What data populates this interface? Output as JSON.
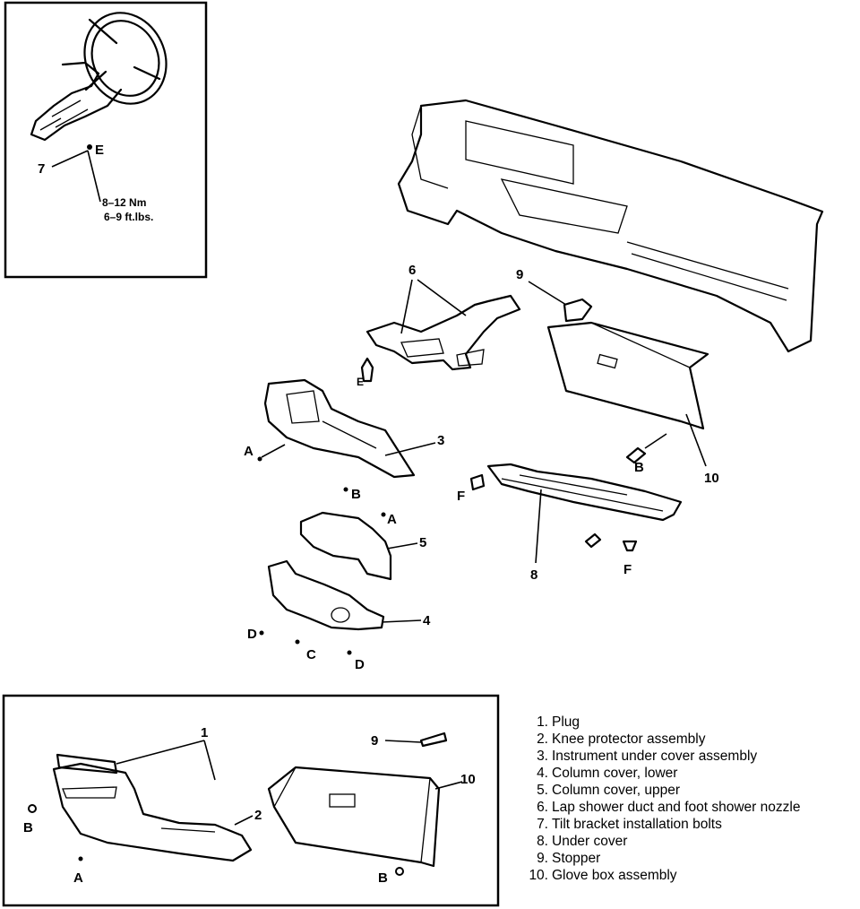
{
  "inset_top": {
    "callout_fastener": "7",
    "callout_letter": "E",
    "torque_nm": "8–12  Nm",
    "torque_ftlbs": "6–9  ft.lbs."
  },
  "callouts": {
    "c1": "1",
    "c2": "2",
    "c3": "3",
    "c4": "4",
    "c5": "5",
    "c6": "6",
    "c8": "8",
    "c9": "9",
    "c10": "10",
    "c9b": "9",
    "c10b": "10",
    "letter_a1": "A",
    "letter_a2": "A",
    "letter_a3": "A",
    "letter_b1": "B",
    "letter_b2": "B",
    "letter_b3": "B",
    "letter_b4": "B",
    "letter_c": "C",
    "letter_d1": "D",
    "letter_d2": "D",
    "letter_e": "E",
    "letter_f1": "F",
    "letter_f2": "F"
  },
  "legend": [
    {
      "num": "1.",
      "text": "Plug"
    },
    {
      "num": "2.",
      "text": "Knee protector assembly"
    },
    {
      "num": "3.",
      "text": "Instrument under cover assembly"
    },
    {
      "num": "4.",
      "text": "Column cover, lower"
    },
    {
      "num": "5.",
      "text": "Column cover, upper"
    },
    {
      "num": "6.",
      "text": "Lap shower duct and foot shower nozzle"
    },
    {
      "num": "7.",
      "text": "Tilt bracket installation bolts"
    },
    {
      "num": "8.",
      "text": "Under cover"
    },
    {
      "num": "9.",
      "text": "Stopper"
    },
    {
      "num": "10.",
      "text": "Glove box assembly"
    }
  ]
}
